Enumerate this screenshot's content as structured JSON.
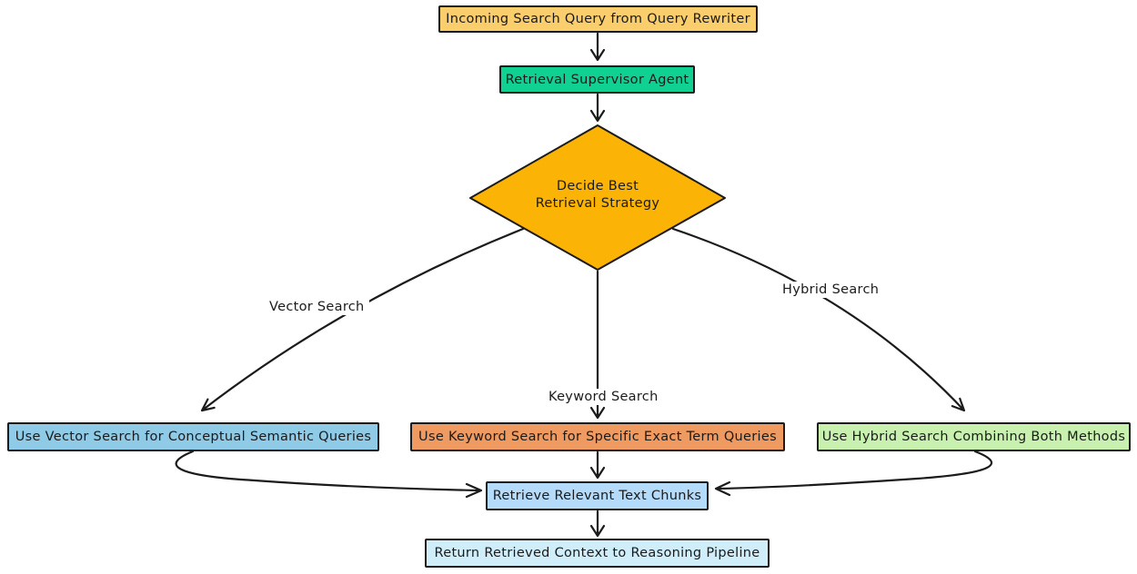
{
  "nodes": {
    "incoming": {
      "label": "Incoming Search Query from Query Rewriter",
      "fill": "#fbce6d"
    },
    "supervisor": {
      "label": "Retrieval Supervisor Agent",
      "fill": "#10d192"
    },
    "decision": {
      "label_line1": "Decide Best",
      "label_line2": "Retrieval Strategy",
      "fill": "#fbb305"
    },
    "vector": {
      "label": "Use Vector Search for Conceptual Semantic Queries",
      "fill": "#8fcae7"
    },
    "keyword": {
      "label": "Use Keyword Search for Specific Exact Term Queries",
      "fill": "#ee9a60"
    },
    "hybrid": {
      "label": "Use Hybrid Search Combining Both Methods",
      "fill": "#c8f1af"
    },
    "retrieve": {
      "label": "Retrieve Relevant Text Chunks",
      "fill": "#b5dbfa"
    },
    "return": {
      "label": "Return Retrieved Context to Reasoning Pipeline",
      "fill": "#cfeefa"
    }
  },
  "edge_labels": {
    "vector": "Vector Search",
    "keyword": "Keyword Search",
    "hybrid": "Hybrid Search"
  },
  "colors": {
    "stroke": "#1b1b1b",
    "background": "#ffffff"
  }
}
